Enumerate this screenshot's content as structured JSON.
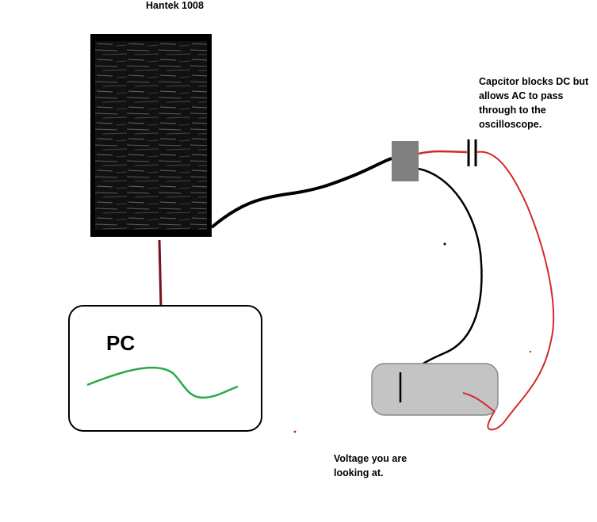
{
  "diagram": {
    "scope_title": "Hantek 1008",
    "pc_label": "PC",
    "capacitor_note": "Capcitor blocks DC but allows AC to pass through to the oscilloscope.",
    "voltage_note": "Voltage you are looking at."
  },
  "colors": {
    "wire_black": "#000000",
    "wire_red": "#d42a2a",
    "usb_cable": "#7a1020",
    "waveform": "#2aa84a",
    "connector": "#808080",
    "voltage_source": "#c4c4c4"
  }
}
